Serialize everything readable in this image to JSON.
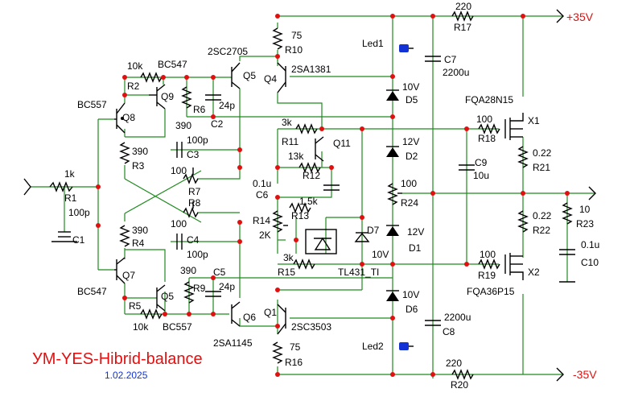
{
  "title": "УМ-YES-Hibrid-balance",
  "date": "1.02.2025",
  "supply": {
    "pos": "+35V",
    "neg": "-35V"
  },
  "colors": {
    "wire": "#1f8a1f",
    "junction": "#e01010",
    "accent": "#e01010",
    "date": "#1232d6",
    "led": "#1232d6"
  },
  "labels": {
    "r1": "R1",
    "r1v": "1k",
    "c1": "C1",
    "c1v": "100p",
    "q8": "Q8",
    "q8t": "BC557",
    "q9": "Q9",
    "q9t": "BC547",
    "r2": "R2",
    "r2v": "10k",
    "r3": "R3",
    "r3v": "390",
    "r4": "R4",
    "r4v": "390",
    "q7": "Q7",
    "q7t": "BC547",
    "q5b": "Q5",
    "q5bt": "BC557",
    "r5": "R5",
    "r5v": "10k",
    "r6": "R6",
    "r6v": "390",
    "c2": "C2",
    "c2v": "24p",
    "q5": "Q5",
    "q5t": "2SC2705",
    "c3": "C3",
    "c3v": "100p",
    "r7": "R7",
    "r7v": "100",
    "r8": "R8",
    "r8v": "100",
    "c4": "C4",
    "c4v": "100p",
    "r9": "R9",
    "r9v": "390",
    "c5": "C5",
    "c5v": "24p",
    "q6": "Q6",
    "q6t": "2SA1145",
    "r10": "R10",
    "r10v": "75",
    "q4": "Q4",
    "q4t": "2SA1381",
    "r11": "R11",
    "r11v": "3k",
    "q11": "Q11",
    "r12": "R12",
    "r12v": "13k",
    "c6": "C6",
    "c6v": "0.1u",
    "r13": "R13",
    "r13v": "1.5k",
    "r14": "R14",
    "r14v": "2K",
    "d7": "D7",
    "d7v": "10V",
    "r15": "R15",
    "r15v": "3k",
    "ic": "TL431_TI",
    "q1": "Q1",
    "q1t": "2SC3503",
    "r16": "R16",
    "r16v": "75",
    "led1": "Led1",
    "led2": "Led2",
    "d5": "D5",
    "d5v": "10V",
    "d2": "D2",
    "d2v": "12V",
    "r24": "R24",
    "r24v": "100",
    "d1": "D1",
    "d1v": "12V",
    "d6": "D6",
    "d6v": "10V",
    "c7": "C7",
    "c7v": "2200u",
    "c8": "C8",
    "c8v": "2200u",
    "r17": "R17",
    "r17v": "220",
    "r20": "R20",
    "r20v": "220",
    "x1t": "FQA28N15",
    "x1": "X1",
    "r18": "R18",
    "r18v": "100",
    "c9": "C9",
    "c9v": "10u",
    "r21": "R21",
    "r21v": "0.22",
    "r22": "R22",
    "r22v": "0.22",
    "r19": "R19",
    "r19v": "100",
    "x2": "X2",
    "x2t": "FQA36P15",
    "r23": "R23",
    "r23v": "10",
    "c10": "C10",
    "c10v": "0.1u"
  }
}
